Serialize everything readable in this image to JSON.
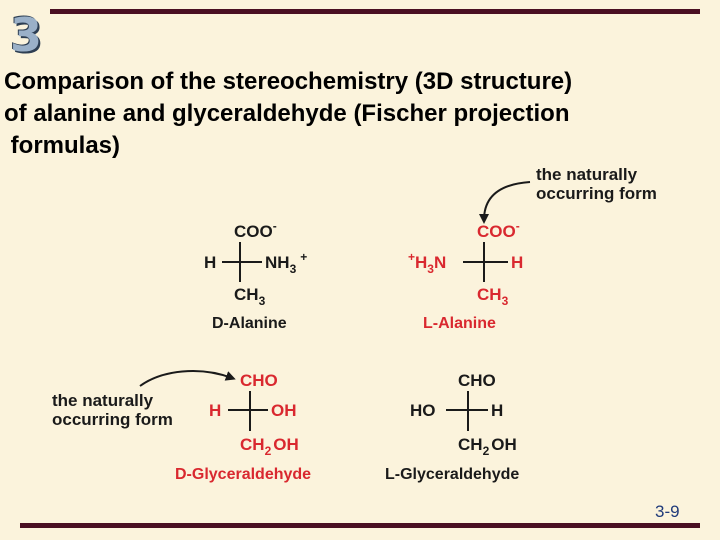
{
  "slide": {
    "number": "3",
    "title_lines": [
      "Comparison of the stereochemistry (3D structure)",
      "of alanine and glyceraldehyde (Fischer projection",
      " formulas)"
    ],
    "page_number": "3-9"
  },
  "annotations": {
    "naturally_top": [
      "the naturally",
      "occurring form"
    ],
    "naturally_bottom": [
      "the naturally",
      "occurring form"
    ]
  },
  "d_alanine": {
    "top": "COO",
    "top_charge": "-",
    "left": "H",
    "right": "NH",
    "right_sub": "3",
    "right_charge": "+",
    "bottom": "CH",
    "bottom_sub": "3",
    "name": "D-Alanine"
  },
  "l_alanine": {
    "top": "COO",
    "top_charge": "-",
    "left_charge": "+",
    "left": "H",
    "left_sub": "3",
    "left_tail": "N",
    "right": "H",
    "bottom": "CH",
    "bottom_sub": "3",
    "name": "L-Alanine"
  },
  "d_glyceraldehyde": {
    "top": "CHO",
    "left": "H",
    "right": "OH",
    "bottom": "CH",
    "bottom_sub": "2",
    "bottom_tail": "OH",
    "name": "D-Glyceraldehyde"
  },
  "l_glyceraldehyde": {
    "top": "CHO",
    "left": "HO",
    "right": "H",
    "bottom": "CH",
    "bottom_sub": "2",
    "bottom_tail": "OH",
    "name": "L-Glyceraldehyde"
  },
  "colors": {
    "accent": "#d9282f",
    "bar": "#4a0f22",
    "background": "#fbf3dc",
    "page_number": "#1f3a7a"
  }
}
